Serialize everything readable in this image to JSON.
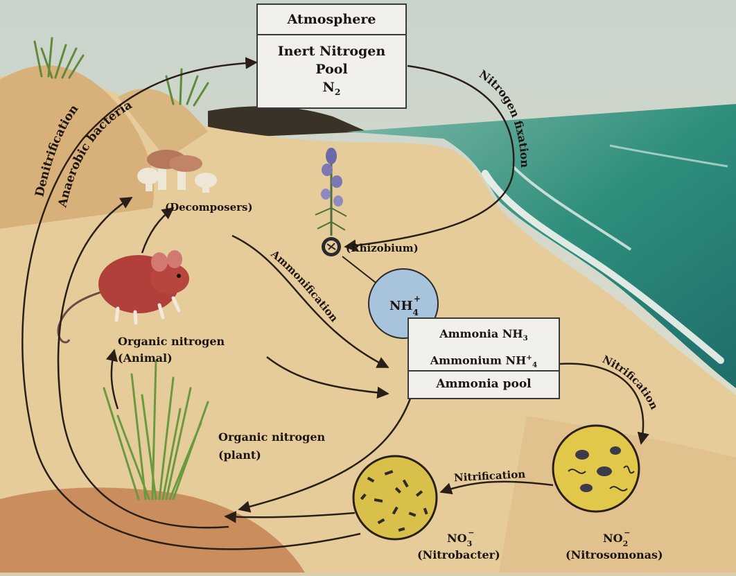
{
  "atmosphere": {
    "header": "Atmosphere",
    "pool_line1": "Inert Nitrogen",
    "pool_line2": "Pool",
    "n2": "N",
    "n2_sub": "2"
  },
  "ammonia_box": {
    "ammonia": "Ammonia NH",
    "ammonia_sub": "3",
    "ammonium": "Ammonium NH",
    "ammonium_sup": "+",
    "ammonium_sub": "4",
    "pool": "Ammonia pool"
  },
  "nh4_bubble": {
    "base": "NH",
    "sup": "+",
    "sub": "4"
  },
  "labels": {
    "denitrification": "Denitrification",
    "anaerobic": "Anaerobic bacteria",
    "nitrogen_fixation": "Nitrogen fixation",
    "ammonification": "Ammonification",
    "nitrification_top": "Nitrification",
    "nitrification_bottom": "Nitrification",
    "decomposers": "(Decomposers)",
    "rhizobium": "(Rhizobium)",
    "organic_animal_1": "Organic nitrogen",
    "organic_animal_2": "(Animal)",
    "organic_plant_1": "Organic nitrogen",
    "organic_plant_2": "(plant)",
    "no3_base": "NO",
    "no3_sub": "3",
    "no3_sup": "−",
    "nitrobacter": "(Nitrobacter)",
    "no2_base": "NO",
    "no2_sub": "2",
    "no2_sup": "−",
    "nitrosomonas": "(Nitrosomonas)"
  },
  "colors": {
    "sky": "#cfd8cf",
    "sea": "#2e8f7e",
    "sand": "#e6cc9a",
    "soil": "#c98d5e",
    "mouse": "#b2403a",
    "bubble": "#a8c4dc",
    "bacteria_disc": "#e2c84a",
    "arrow": "#2a1f18"
  }
}
